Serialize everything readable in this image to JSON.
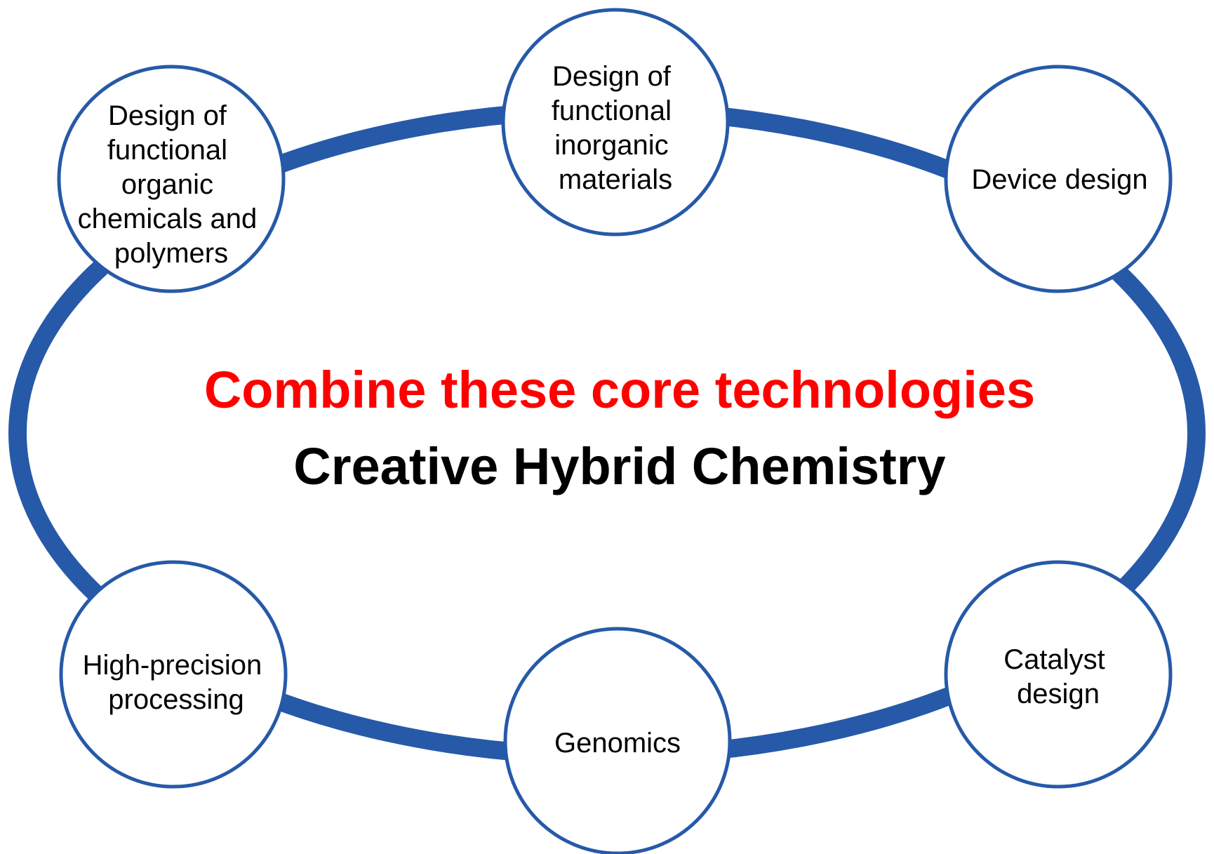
{
  "colors": {
    "ring": "#2659a8",
    "node_stroke": "#2659a8",
    "node_fill": "#ffffff",
    "headline_accent": "#ff0000",
    "headline_main": "#000000",
    "label_text": "#000000"
  },
  "center": {
    "line1": "Combine these core technologies",
    "line2": "Creative Hybrid Chemistry"
  },
  "nodes": [
    {
      "id": "organic",
      "lines": [
        "Design of",
        "functional",
        "organic",
        "chemicals and",
        "polymers"
      ]
    },
    {
      "id": "inorganic",
      "lines": [
        "Design of",
        "functional",
        "inorganic",
        "materials"
      ]
    },
    {
      "id": "device",
      "lines": [
        "Device design"
      ]
    },
    {
      "id": "catalyst",
      "lines": [
        "Catalyst",
        "design"
      ]
    },
    {
      "id": "genomics",
      "lines": [
        "Genomics"
      ]
    },
    {
      "id": "processing",
      "lines": [
        "High-precision",
        "processing"
      ]
    }
  ]
}
